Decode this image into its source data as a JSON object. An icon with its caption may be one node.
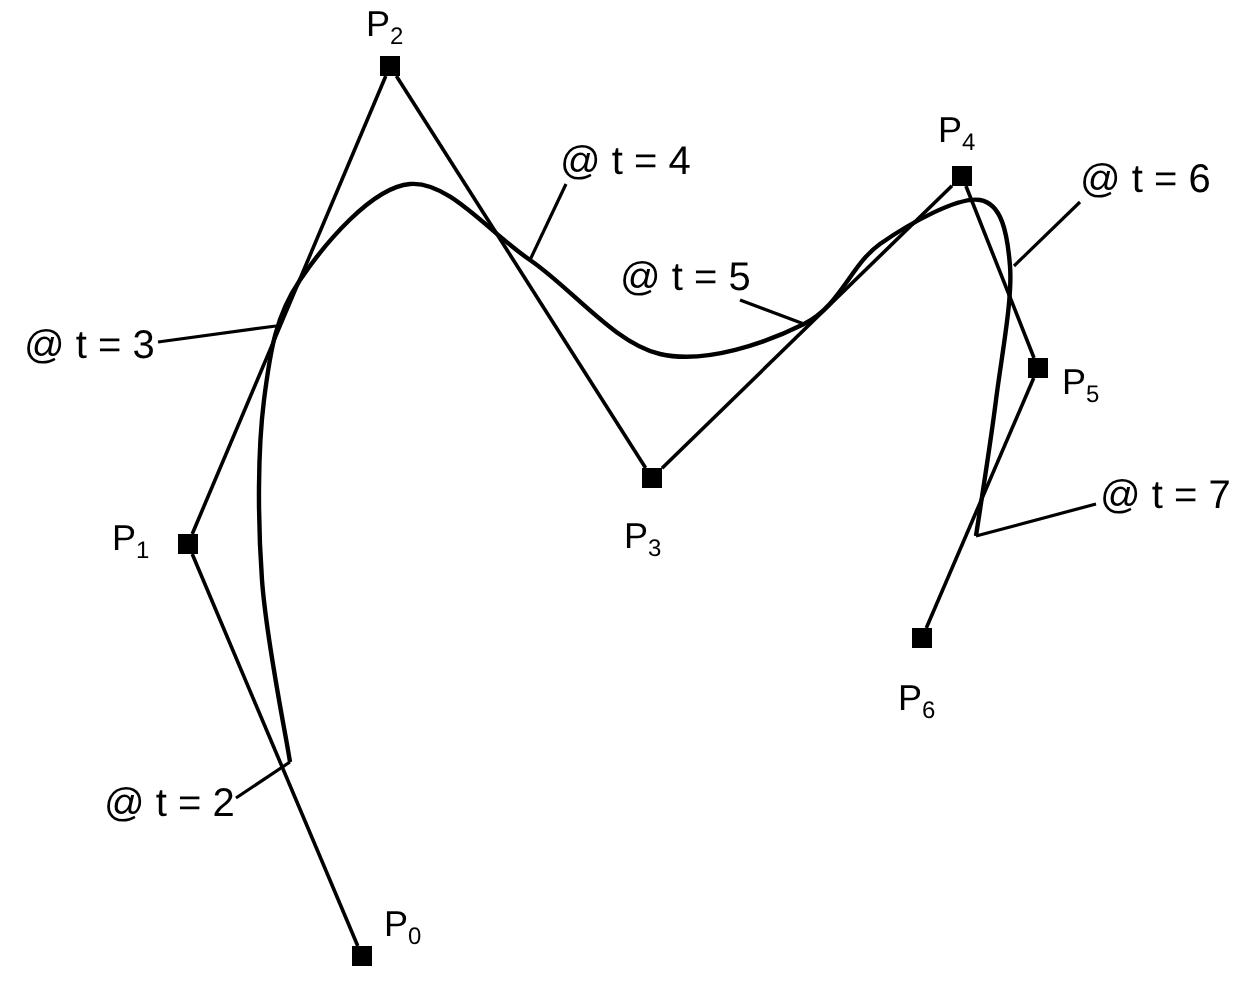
{
  "diagram": {
    "nodes": [
      {
        "text": [],
        "shape": "box",
        "beside": [
          "P$_{0}$"
        ]
      },
      {
        "text": [],
        "shape": "box",
        "beside": [
          "P$_{1}$"
        ]
      },
      {
        "text": [],
        "shape": "box",
        "beside": [
          "P$_{2}$"
        ]
      },
      {
        "text": [],
        "shape": "box",
        "beside": [
          "P$_{3}$"
        ]
      },
      {
        "text": [],
        "shape": "box",
        "beside": [
          "P$_{4}$"
        ]
      },
      {
        "text": [],
        "shape": "box",
        "beside": [
          "P$_{5}$"
        ]
      },
      {
        "text": [],
        "shape": "box",
        "beside": [
          "P$_{6}$"
        ]
      },
      {
        "text": [
          "@ t = 2"
        ]
      },
      {
        "text": [
          "@ t = 3"
        ]
      },
      {
        "text": [
          "@ t = 4"
        ]
      },
      {
        "text": [
          "@ t = 5"
        ]
      },
      {
        "text": [
          "@ t = 6"
        ]
      },
      {
        "text": [
          "@ t = 7"
        ]
      }
    ],
    "edges": [
      {
        "from": 0,
        "to": 1,
        "arrow": "none"
      },
      {
        "from": 1,
        "to": 2,
        "arrow": "none"
      },
      {
        "from": 2,
        "to": 3,
        "arrow": "none"
      },
      {
        "from": 3,
        "to": 4,
        "arrow": "none"
      },
      {
        "from": 4,
        "to": 5,
        "arrow": "none"
      },
      {
        "from": 5,
        "to": 6,
        "arrow": "none"
      },
      {
        "from": 7,
        "to": null,
        "arrow": "none"
      },
      {
        "from": 8,
        "to": null,
        "arrow": "none"
      },
      {
        "from": 9,
        "to": null,
        "arrow": "none"
      },
      {
        "from": 10,
        "to": null,
        "arrow": "none"
      },
      {
        "from": 11,
        "to": null,
        "arrow": "none"
      },
      {
        "from": 12,
        "to": null,
        "arrow": "none"
      }
    ]
  }
}
